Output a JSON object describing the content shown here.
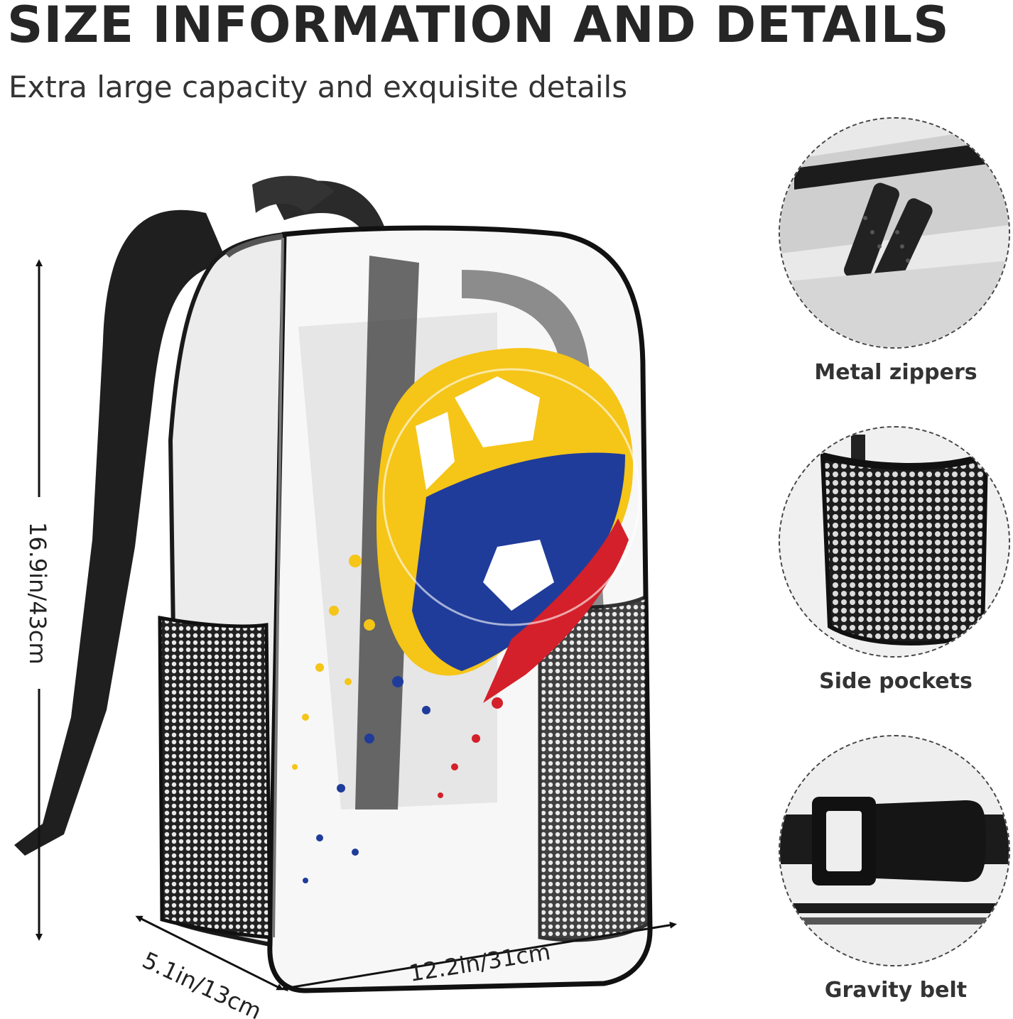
{
  "header": {
    "title": "SIZE INFORMATION AND DETAILS",
    "subtitle": "Extra large capacity and exquisite details"
  },
  "dimensions": {
    "height": "16.9in/43cm",
    "width": "12.2in/31cm",
    "depth": "5.1in/13cm"
  },
  "details": [
    {
      "label": "Metal zippers",
      "icon": "zipper-closeup-icon"
    },
    {
      "label": "Side pockets",
      "icon": "mesh-pocket-closeup-icon"
    },
    {
      "label": "Gravity belt",
      "icon": "buckle-closeup-icon"
    }
  ],
  "colors": {
    "flag_yellow": "#F5C518",
    "flag_blue": "#1F3C9A",
    "flag_red": "#D4202A",
    "strap_black": "#1c1c1c"
  }
}
